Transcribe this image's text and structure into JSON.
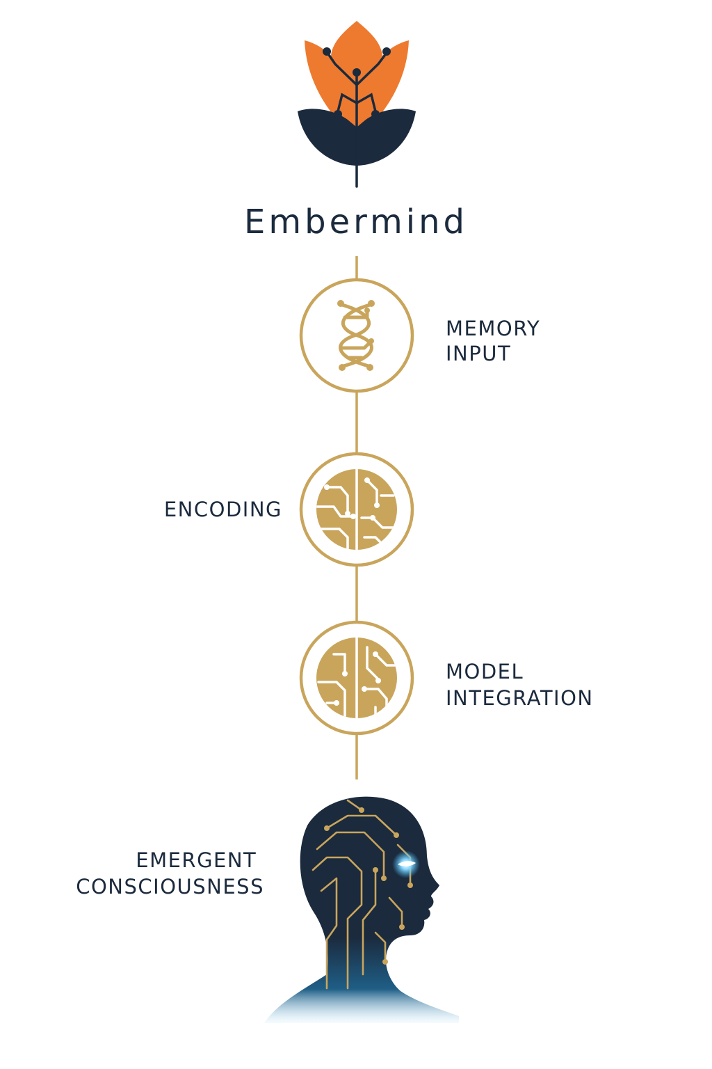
{
  "brand": {
    "name": "Embermind",
    "logo_icon": "circuit-leaf-icon"
  },
  "steps": [
    {
      "id": "memory-input",
      "label_lines": [
        "MEMORY",
        "INPUT"
      ],
      "icon": "dna-circuit-icon"
    },
    {
      "id": "encoding",
      "label_lines": [
        "ENCODING"
      ],
      "icon": "circuit-brain-icon"
    },
    {
      "id": "model-integration",
      "label_lines": [
        "MODEL",
        "INTEGRATION"
      ],
      "icon": "circuit-chip-icon"
    },
    {
      "id": "emergent-consciousness",
      "label_lines": [
        "EMERGENT",
        "CONSCIOUSNESS"
      ],
      "icon": "circuit-head-icon"
    }
  ],
  "colors": {
    "orange": "#EE7A2F",
    "navy": "#1B2A3D",
    "gold": "#C9A55C",
    "text": "#1B2A3D",
    "glow": "#3FB6F0"
  }
}
